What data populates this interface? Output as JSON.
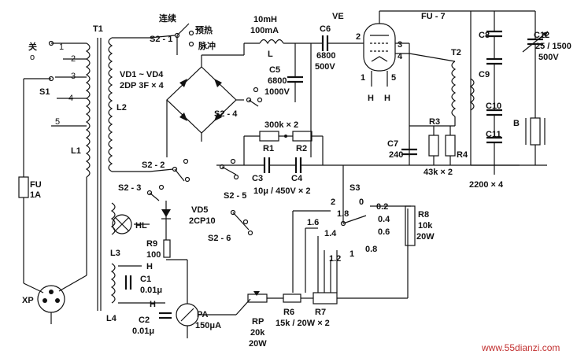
{
  "labels": {
    "t1": "T1",
    "off": "关",
    "off_symbol": "o",
    "tap1": "1",
    "tap2": "2",
    "tap3": "3",
    "tap4": "4",
    "tap5": "5",
    "s1": "S1",
    "l1": "L1",
    "l2": "L2",
    "l3": "L3",
    "l4": "L4",
    "fu": "FU",
    "fu_rating": "1A",
    "xp": "XP",
    "s2_1": "S2 - 1",
    "continuous": "连续",
    "preheat": "预热",
    "pulse": "脉冲",
    "s2_2": "S2 - 2",
    "s2_3": "S2 - 3",
    "s2_4": "S2 - 4",
    "s2_5": "S2 - 5",
    "s2_6": "S2 - 6",
    "vd_range": "VD1 ~ VD4",
    "vd_type": "2DP 3F × 4",
    "inductor_value": "10mH",
    "inductor_current": "100mA",
    "l": "L",
    "c5": "C5",
    "c5_value": "6800",
    "c5_voltage": "1000V",
    "c6": "C6",
    "c6_value": "6800",
    "c6_voltage": "500V",
    "ve": "VE",
    "fu7": "FU - 7",
    "pin1": "1",
    "pin2": "2",
    "pin3": "3",
    "pin4": "4",
    "pin5": "5",
    "h_left": "H",
    "h_right": "H",
    "t2": "T2",
    "r_pair": "300k × 2",
    "r1": "R1",
    "r2": "R2",
    "c3": "C3",
    "c4": "C4",
    "c34_value": "10μ / 450V × 2",
    "c7": "C7",
    "c7_value": "240",
    "r3": "R3",
    "r4": "R4",
    "r34_value": "43k × 2",
    "c8": "C8",
    "c9": "C9",
    "c10": "C10",
    "c11": "C11",
    "c_group": "2200 × 4",
    "c12": "C12",
    "c12_range": "25 / 1500",
    "c12_voltage": "500V",
    "b": "B",
    "hl": "HL",
    "vd5": "VD5",
    "vd5_type": "2CP10",
    "r9": "R9",
    "r9_value": "100",
    "c1": "C1",
    "c1_value": "0.01μ",
    "c2": "C2",
    "c2_value": "0.01μ",
    "h_c1": "H",
    "h_c2": "H",
    "pa": "PA",
    "pa_value": "150μA",
    "rp": "RP",
    "rp_value": "20k",
    "rp_power": "20W",
    "r6": "R6",
    "r67_value": "15k / 20W × 2",
    "r7": "R7",
    "s3": "S3",
    "s3_2": "2",
    "s3_1_8": "1.8",
    "s3_0": "0",
    "s3_0_2": "0.2",
    "s3_0_4": "0.4",
    "s3_1_6": "1.6",
    "s3_0_6": "0.6",
    "s3_1_4": "1.4",
    "s3_1_2": "1.2",
    "s3_1": "1",
    "s3_0_8": "0.8",
    "r8": "R8",
    "r8_value": "10k",
    "r8_power": "20W",
    "watermark": "www.55dianzi.com"
  }
}
